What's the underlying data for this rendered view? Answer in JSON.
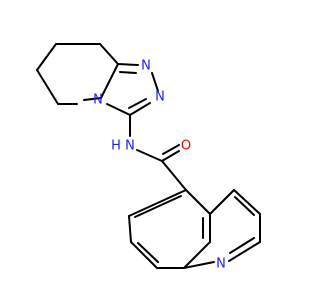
{
  "molecule": {
    "atoms": {
      "n1": "N",
      "n2": "N",
      "n4": "N",
      "n_amide": "N",
      "h_amide": "H",
      "o_carbonyl": "O",
      "n_quinoline": "N"
    }
  },
  "colors": {
    "nitrogen": "#2020ff",
    "oxygen": "#ff0000",
    "bond": "#000000",
    "background": "#ffffff"
  }
}
